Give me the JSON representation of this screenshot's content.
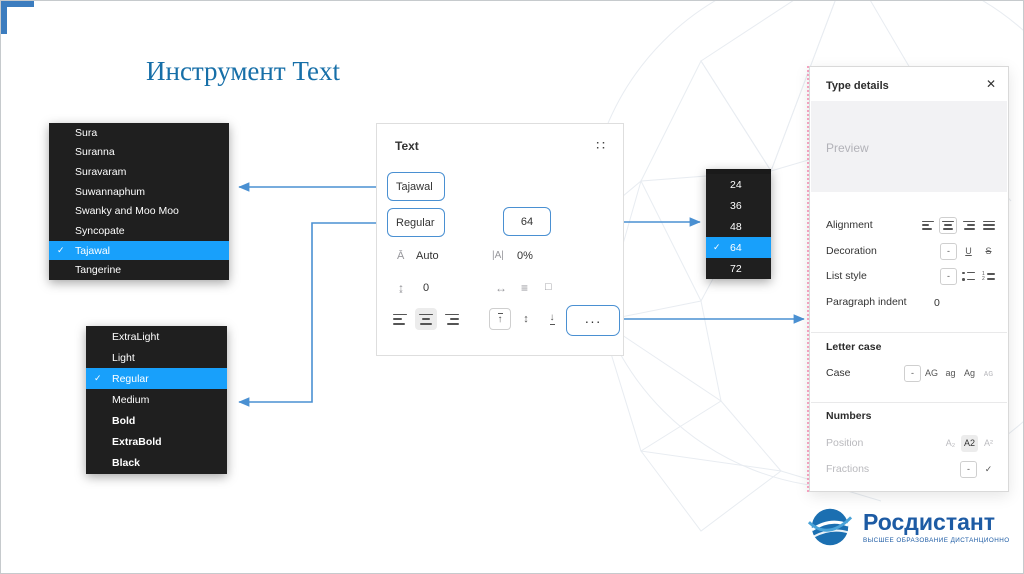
{
  "page": {
    "title": "Инструмент Text"
  },
  "colors": {
    "accent": "#18a0fb",
    "connector": "#4a90d2",
    "title": "#176fa8",
    "logo_blue": "#1d5ba4",
    "menu_bg": "#1f1f1f"
  },
  "font_menu": {
    "items": [
      {
        "label": "Sura",
        "selected": false
      },
      {
        "label": "Suranna",
        "selected": false
      },
      {
        "label": "Suravaram",
        "selected": false
      },
      {
        "label": "Suwannaphum",
        "selected": false
      },
      {
        "label": "Swanky and Moo Moo",
        "selected": false
      },
      {
        "label": "Syncopate",
        "selected": false
      },
      {
        "label": "Tajawal",
        "selected": true
      },
      {
        "label": "Tangerine",
        "selected": false
      }
    ]
  },
  "weight_menu": {
    "items": [
      {
        "label": "ExtraLight",
        "selected": false
      },
      {
        "label": "Light",
        "selected": false
      },
      {
        "label": "Regular",
        "selected": true
      },
      {
        "label": "Medium",
        "selected": false
      },
      {
        "label": "Bold",
        "selected": false
      },
      {
        "label": "ExtraBold",
        "selected": false
      },
      {
        "label": "Black",
        "selected": false
      }
    ]
  },
  "size_menu": {
    "items": [
      {
        "label": "24",
        "selected": false
      },
      {
        "label": "36",
        "selected": false
      },
      {
        "label": "48",
        "selected": false
      },
      {
        "label": "64",
        "selected": true
      },
      {
        "label": "72",
        "selected": false
      }
    ]
  },
  "text_panel": {
    "title": "Text",
    "font_family": "Tajawal",
    "font_weight": "Regular",
    "font_size": "64",
    "line_height_value": "Auto",
    "letter_spacing_value": "0%",
    "paragraph_spacing_value": "0"
  },
  "type_details": {
    "title": "Type details",
    "preview_label": "Preview",
    "alignment_label": "Alignment",
    "decoration_label": "Decoration",
    "list_style_label": "List style",
    "paragraph_indent_label": "Paragraph indent",
    "paragraph_indent_value": "0",
    "letter_case_header": "Letter case",
    "case_label": "Case",
    "numbers_header": "Numbers",
    "position_label": "Position",
    "fractions_label": "Fractions"
  },
  "glyphs": {
    "check": "✓",
    "close": "✕",
    "style_dots": "∷",
    "line_height": "Ā",
    "letter_spacing": "|A|",
    "paragraph_spacing": "↨",
    "auto_width": "↔",
    "auto_height": "≡",
    "fixed_size": "□",
    "arrow_up": "↑",
    "arrow_updown": "↕",
    "arrow_down": "↓",
    "ellipsis": "···",
    "dash": "-",
    "underline": "U",
    "strikethrough": "S",
    "case_upper": "AG",
    "case_lower": "ag",
    "case_title": "Ag",
    "case_small": "ᴀɢ",
    "pos_sub": "A₂",
    "pos_default": "A2",
    "pos_super": "A²",
    "fraction_on": "✓",
    "li_num1": "1",
    "li_num2": "2"
  },
  "logo": {
    "name": "Росдистант",
    "tagline": "ВЫСШЕЕ ОБРАЗОВАНИЕ ДИСТАНЦИОННО"
  }
}
